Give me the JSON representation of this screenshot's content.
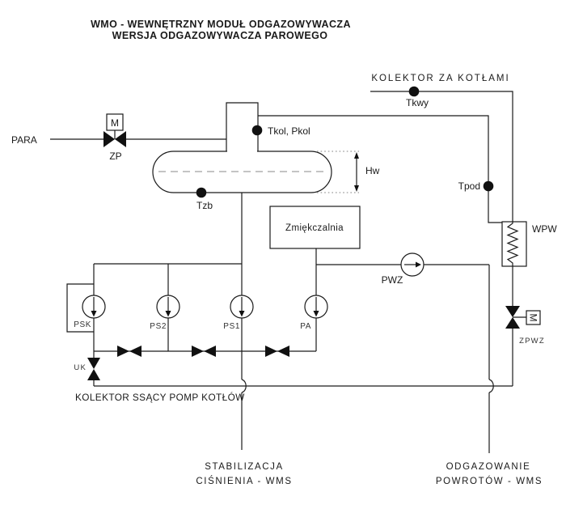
{
  "title": {
    "line1": "WMO - WEWNĘTRZNY MODUŁ ODGAZOWYWACZA",
    "line2": "WERSJA ODGAZOWYWACZA PAROWEGO"
  },
  "labels": {
    "kolektor_za_kotlami": "KOLEKTOR ZA KOTŁAMI",
    "tkwy": "Tkwy",
    "para": "PARA",
    "zp": "ZP",
    "motor": "M",
    "tkol_pkol": "Tkol, Pkol",
    "tzb": "Tzb",
    "hw": "Hw",
    "tpod": "Tpod",
    "zmiekczalnia": "Zmiękczalnia",
    "wpw": "WPW",
    "pwz": "PWZ",
    "zpwz": "ZPWZ",
    "uk": "UK",
    "kolektor_ssacy": "KOLEKTOR SSĄCY POMP KOTŁÓW",
    "stabilizacja_line1": "STABILIZACJA",
    "stabilizacja_line2": "CIŚNIENIA - WMS",
    "odgazowanie_line1": "ODGAZOWANIE",
    "odgazowanie_line2": "POWROTÓW - WMS"
  },
  "pumps": [
    {
      "label": "PSK"
    },
    {
      "label": "PS2"
    },
    {
      "label": "PS1"
    },
    {
      "label": "PA"
    },
    {
      "label": "PWZ"
    }
  ],
  "colors": {
    "line": "#1a1a1a",
    "background": "#ffffff"
  }
}
